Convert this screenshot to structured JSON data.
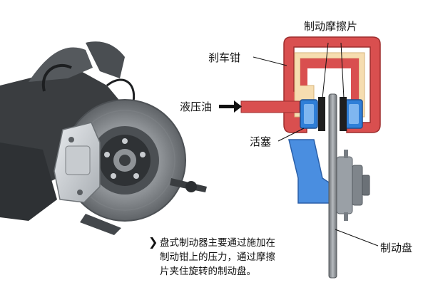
{
  "labels": {
    "brake_pads": "制动摩擦片",
    "caliper": "刹车钳",
    "hydraulic_oil": "液压油",
    "piston": "活塞",
    "brake_disc": "制动盘"
  },
  "caption": {
    "line1": "盘式制动器主要通过施加在",
    "line2": "制动钳上的压力，通过摩擦",
    "line3": "片夹住旋转的制动盘。"
  },
  "icons": {
    "caption_bullet": "chevron-right-icon",
    "oil_arrow": "arrow-right-icon"
  },
  "colors": {
    "caliper_red": "#d94f4f",
    "caliper_cream": "#f6ddb0",
    "piston_blue": "#2f7fd8",
    "knuckle_blue": "#4a8ee0",
    "disc_grey": "#8a8d90"
  }
}
